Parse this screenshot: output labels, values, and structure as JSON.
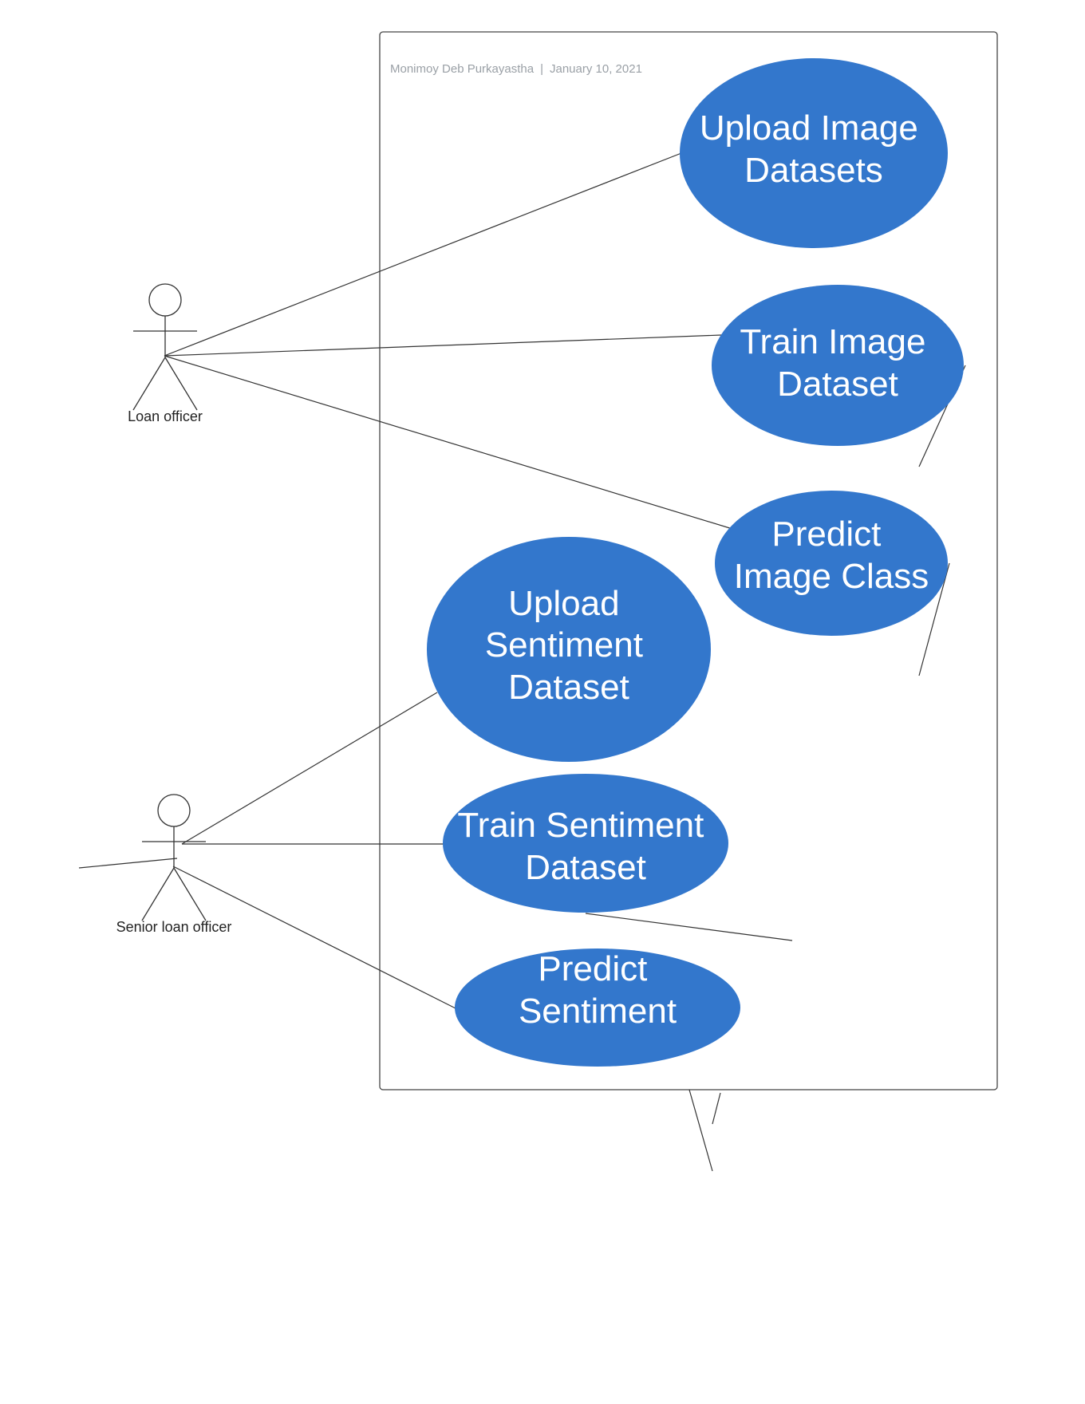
{
  "header": {
    "author": "Monimoy Deb Purkayastha",
    "separator": "|",
    "date": "January 10, 2021"
  },
  "colors": {
    "use_case_fill": "#3377cc",
    "use_case_text": "#ffffff",
    "line": "#333333",
    "header_text": "#9aa0a6"
  },
  "actors": [
    {
      "id": "loan_officer",
      "label": "Loan officer"
    },
    {
      "id": "senior_loan_officer",
      "label": "Senior loan officer"
    }
  ],
  "use_cases": [
    {
      "id": "upload_image_datasets",
      "lines": [
        "Upload Image",
        "Datasets"
      ]
    },
    {
      "id": "train_image_dataset",
      "lines": [
        "Train Image",
        "Dataset"
      ]
    },
    {
      "id": "predict_image_class",
      "lines": [
        "Predict",
        "Image Class"
      ]
    },
    {
      "id": "upload_sentiment_dataset",
      "lines": [
        "Upload",
        "Sentiment",
        "Dataset"
      ]
    },
    {
      "id": "train_sentiment_dataset",
      "lines": [
        "Train Sentiment",
        "Dataset"
      ]
    },
    {
      "id": "predict_sentiment",
      "lines": [
        "Predict",
        "Sentiment"
      ]
    }
  ],
  "associations": [
    {
      "actor": "loan_officer",
      "use_case": "upload_image_datasets"
    },
    {
      "actor": "loan_officer",
      "use_case": "train_image_dataset"
    },
    {
      "actor": "loan_officer",
      "use_case": "predict_image_class"
    },
    {
      "actor": "senior_loan_officer",
      "use_case": "upload_sentiment_dataset"
    },
    {
      "actor": "senior_loan_officer",
      "use_case": "train_sentiment_dataset"
    },
    {
      "actor": "senior_loan_officer",
      "use_case": "predict_sentiment"
    }
  ]
}
